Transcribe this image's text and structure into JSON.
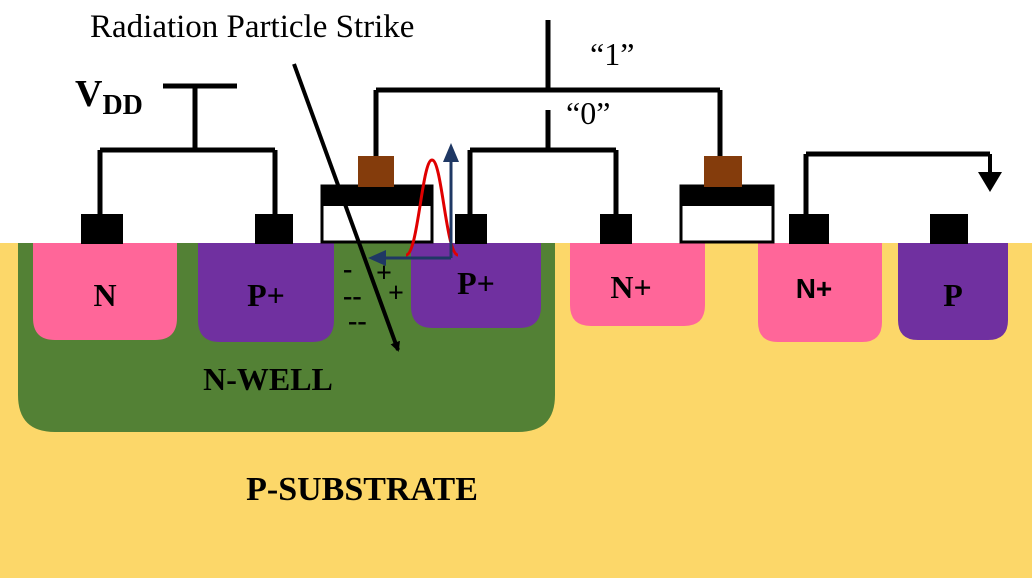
{
  "title": "Radiation Particle Strike",
  "labels": {
    "vdd_main": "V",
    "vdd_sub": "DD",
    "logic_one": "“1”",
    "logic_zero": "“0”",
    "n_region": "N",
    "p_plus_left": "P+",
    "p_plus_right": "P+",
    "n_plus_left": "N+",
    "n_plus_right": "N+",
    "p_region": "P",
    "n_well": "N-WELL",
    "p_substrate": "P-SUBSTRATE"
  },
  "charges": {
    "minus_1": "-",
    "plus_1": "+",
    "minus_2": "--",
    "plus_2": "+",
    "minus_3": "--"
  },
  "colors": {
    "substrate": "#FCD769",
    "n_well": "#538135",
    "n_region": "#FF6699",
    "p_region": "#7030A0",
    "contact": "#000000",
    "gate_contact": "#843C0C",
    "pulse": "#E00000",
    "current_arrow": "#1F3864"
  }
}
